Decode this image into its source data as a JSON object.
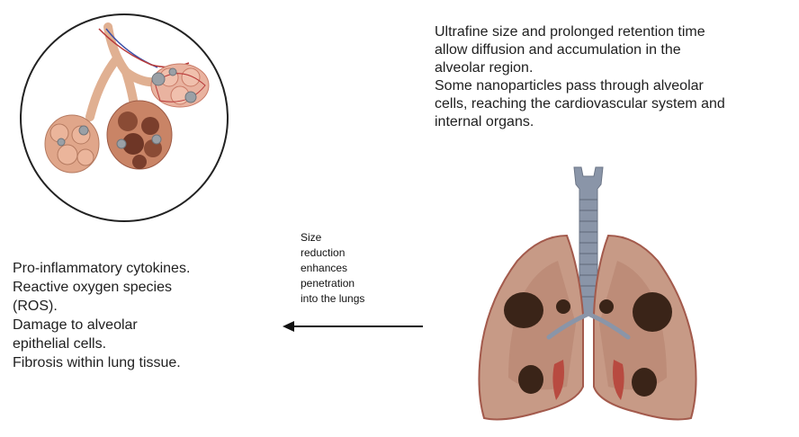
{
  "top_annotation": {
    "lines": [
      "Ultrafine size and prolonged retention time",
      "allow diffusion and accumulation in the",
      "alveolar region.",
      "Some nanoparticles pass through alveolar",
      "cells, reaching the cardiovascular system and",
      "internal organs."
    ]
  },
  "effects": {
    "lines": [
      "Pro-inflammatory cytokines.",
      "Reactive oxygen species",
      "(ROS).",
      "Damage to alveolar",
      "epithelial cells.",
      "Fibrosis within lung tissue."
    ]
  },
  "arrow": {
    "label_lines": [
      "Size",
      "reduction",
      "enhances",
      "penetration",
      "into the lungs"
    ]
  },
  "colors": {
    "lung_fill": "#c79a86",
    "lung_edge": "#a35a4c",
    "trachea": "#8a95a8",
    "alveoli": "#e0a68a",
    "particle": "#9aa0a6",
    "dark_spot": "#3a2418"
  }
}
